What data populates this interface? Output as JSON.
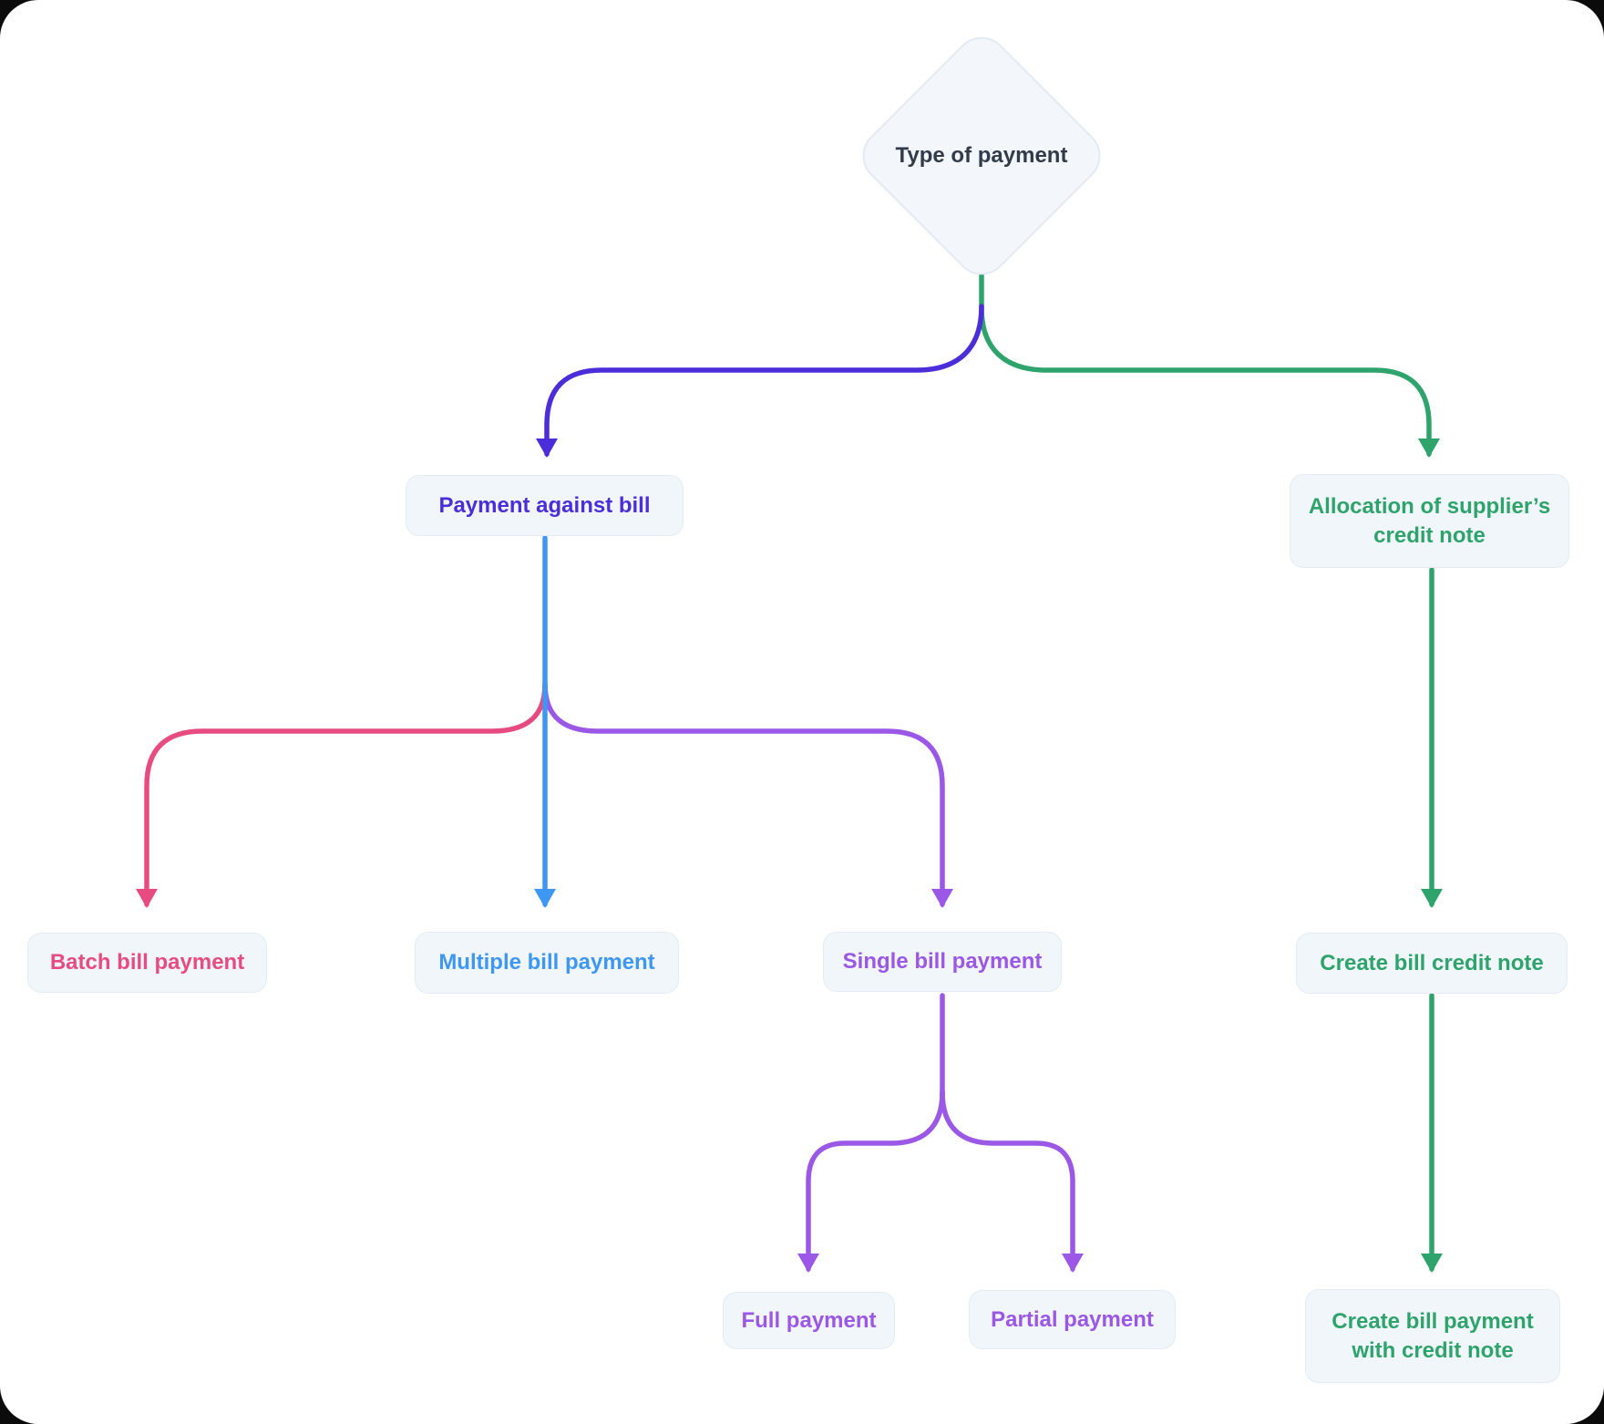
{
  "palette": {
    "indigo": "#4B2ED9",
    "blue": "#3E97F3",
    "pink": "#E74C80",
    "purple": "#9B57E5",
    "green": "#2EA36B",
    "dark": "#323B49",
    "node_bg": "#F1F6FA",
    "node_border": "#E3ECF4"
  },
  "nodes": {
    "root": {
      "label": "Type of payment"
    },
    "payment_against_bill": {
      "label": "Payment against bill"
    },
    "allocation_credit_note": {
      "label": "Allocation of supplier’s credit note"
    },
    "batch_bill_payment": {
      "label": "Batch bill payment"
    },
    "multiple_bill_payment": {
      "label": "Multiple bill payment"
    },
    "single_bill_payment": {
      "label": "Single bill payment"
    },
    "create_bill_credit_note": {
      "label": "Create bill credit note"
    },
    "full_payment": {
      "label": "Full payment"
    },
    "partial_payment": {
      "label": "Partial payment"
    },
    "create_bill_payment_with_credit_note": {
      "label": "Create bill payment with credit note"
    }
  }
}
